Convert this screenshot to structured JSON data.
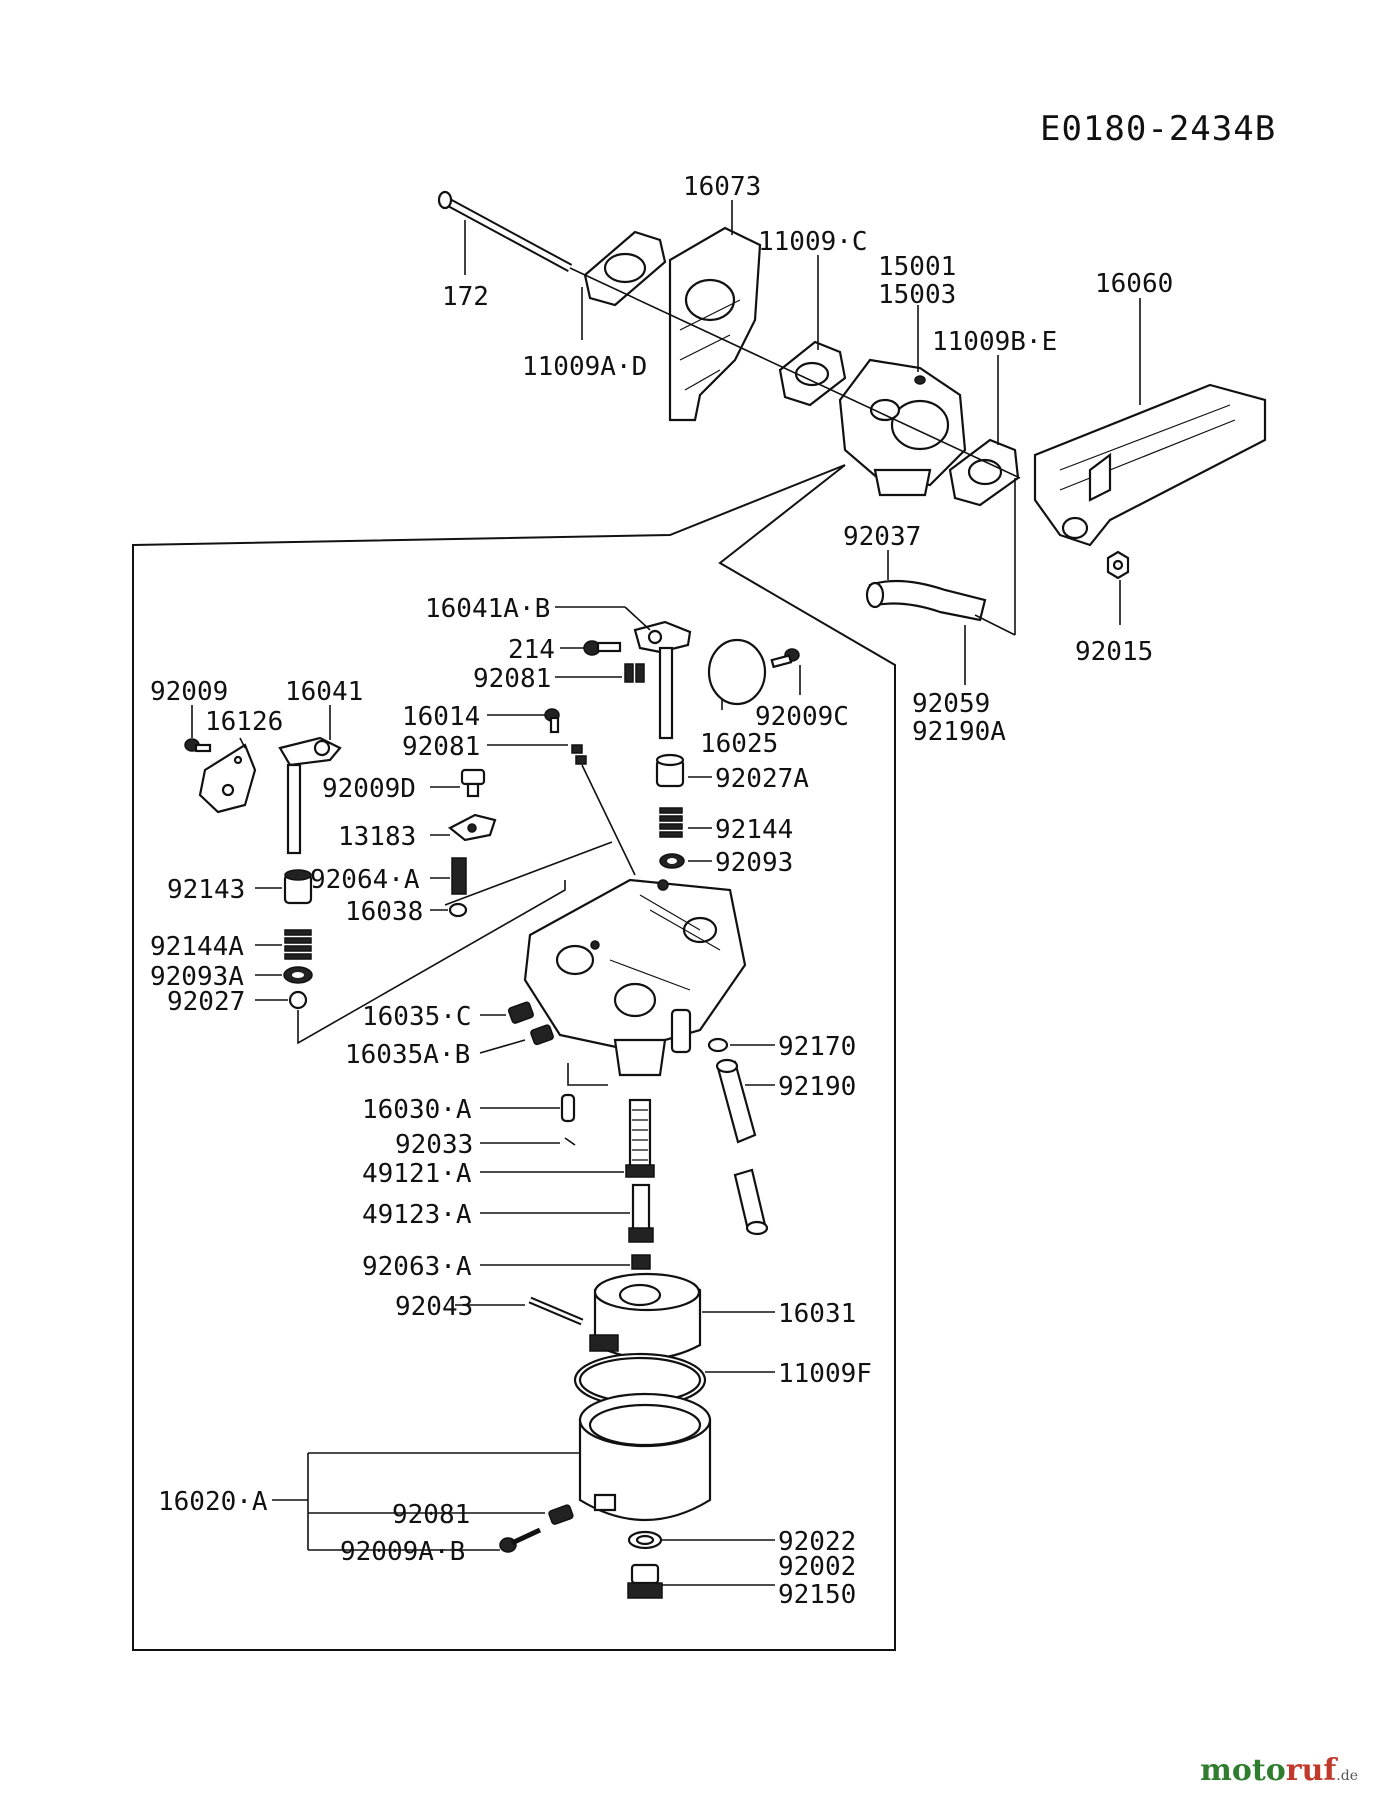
{
  "diagram_code": "E0180-2434B",
  "watermark": {
    "brand": "moto",
    "brand_accent": "ruf",
    "tld": ".de"
  },
  "labels": {
    "l172": "172",
    "l11009AD": "11009A·D",
    "l16073": "16073",
    "l11009C": "11009·C",
    "l15001": "15001",
    "l15003": "15003",
    "l11009BE": "11009B·E",
    "l16060": "16060",
    "l92037": "92037",
    "l92015": "92015",
    "l92059": "92059",
    "l92190A": "92190A",
    "l16041AB": "16041A·B",
    "l214": "214",
    "l92081a": "92081",
    "l92009C": "92009C",
    "l16025": "16025",
    "l16014": "16014",
    "l92081b": "92081",
    "l92027A": "92027A",
    "l92144": "92144",
    "l92093": "92093",
    "l92009": "92009",
    "l16041": "16041",
    "l16126": "16126",
    "l92009D": "92009D",
    "l13183": "13183",
    "l92143": "92143",
    "l92064A": "92064·A",
    "l16038": "16038",
    "l92144A": "92144A",
    "l92093A": "92093A",
    "l92027": "92027",
    "l16035C": "16035·C",
    "l16035AB": "16035A·B",
    "l92170": "92170",
    "l92190": "92190",
    "l16030A": "16030·A",
    "l92033": "92033",
    "l49121A": "49121·A",
    "l49123A": "49123·A",
    "l92063A": "92063·A",
    "l92043": "92043",
    "l16031": "16031",
    "l11009F": "11009F",
    "l16020A": "16020·A",
    "l92081c": "92081",
    "l92009AB": "92009A·B",
    "l92022": "92022",
    "l92002": "92002",
    "l92150": "92150"
  }
}
